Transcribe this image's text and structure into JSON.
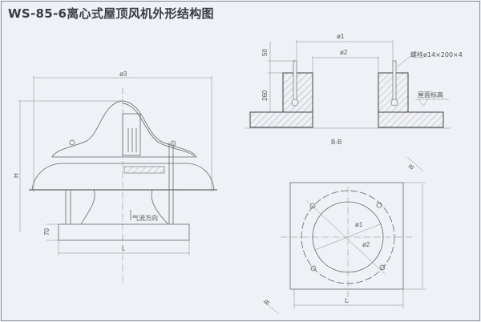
{
  "title": "WS-85-6离心式屋顶风机外形结构图",
  "side_view": {
    "dim_diameter3": "ø3",
    "dim_height": "H",
    "dim_base_height": "70",
    "dim_length": "L",
    "airflow_label": "气流方向"
  },
  "section_view": {
    "dim_diameter1": "ø1",
    "dim_diameter2": "ø2",
    "dim_bolt_length": "50",
    "dim_curb_height": "260",
    "bolt_label": "螺栓ø14×200×4",
    "roof_level_label": "屋面标高",
    "section_label": "B-B"
  },
  "plan_view": {
    "dim_diameter1": "ø1",
    "dim_diameter2": "ø2",
    "dim_length": "L",
    "section_mark_top": "B",
    "section_mark_bottom": "B"
  }
}
